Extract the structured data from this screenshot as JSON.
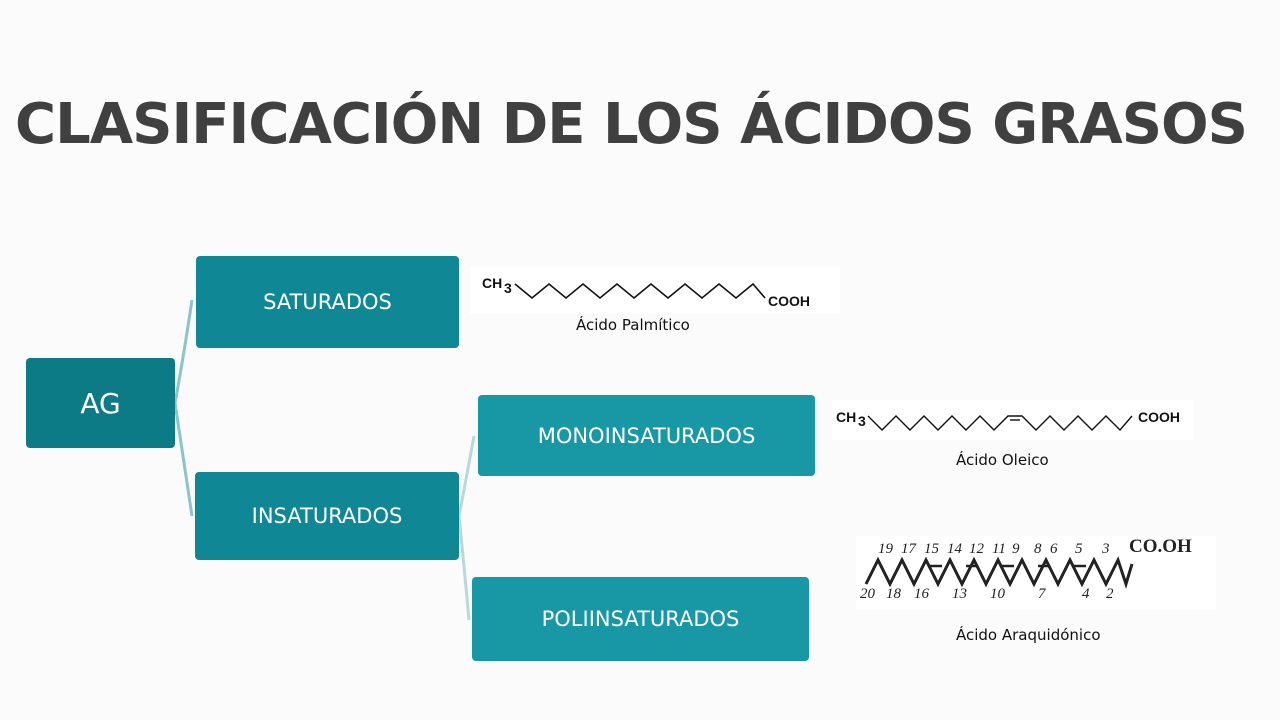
{
  "title": "CLASIFICACIÓN DE LOS ÁCIDOS GRASOS",
  "nodes": {
    "root": "AG",
    "saturados": "SATURADOS",
    "insaturados": "INSATURADOS",
    "monoinsaturados": "MONOINSATURADOS",
    "poliinsaturados": "POLIINSATURADOS"
  },
  "molecules": {
    "palmitico": {
      "left": "CH",
      "subscript": "3",
      "right": "COOH",
      "caption": "Ácido Palmítico"
    },
    "oleico": {
      "left": "CH",
      "subscript": "3",
      "right": "COOH",
      "caption": "Ácido Oleico"
    },
    "araquidonico": {
      "top_numbers": [
        "19",
        "17",
        "15",
        "14",
        "12",
        "11",
        "9",
        "8",
        "6",
        "5",
        "3"
      ],
      "bottom_numbers": [
        "20",
        "18",
        "16",
        "13",
        "10",
        "7",
        "4",
        "2"
      ],
      "group": "CO.OH",
      "caption": "Ácido Araquidónico"
    }
  },
  "colors": {
    "title": "#404040",
    "root_box": "#0d7b86",
    "level1_box": "#0f8794",
    "level2_box": "#1897a5",
    "connector": "#8cc4c9"
  }
}
